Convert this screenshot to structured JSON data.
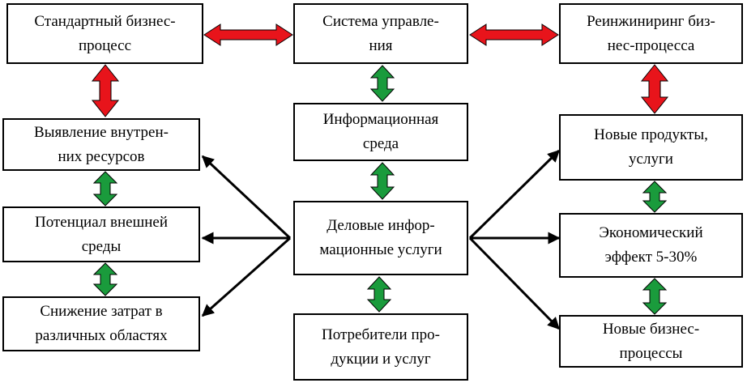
{
  "boxes": {
    "standard_process": "Стандартный бизнес-\nпроцесс",
    "control_system": "Система управле-\nния",
    "reengineering": "Реинжиниринг биз-\nнес-процесса",
    "info_environment": "Информационная\nсреда",
    "internal_resources": "Выявление внутрен-\nних ресурсов",
    "new_products": "Новые продукты,\nуслуги",
    "business_info_services": "Деловые инфор-\nмационные услуги",
    "external_potential": "Потенциал внешней\nсреды",
    "economic_effect": "Экономический\nэффект 5-30%",
    "cost_reduction": "Снижение затрат в\nразличных областях",
    "consumers": "Потребители про-\nдукции и услуг",
    "new_business_processes": "Новые бизнес-\nпроцессы"
  },
  "colors": {
    "red_arrow": "#e8141b",
    "green_arrow": "#1a9b3c",
    "line": "#000000"
  }
}
